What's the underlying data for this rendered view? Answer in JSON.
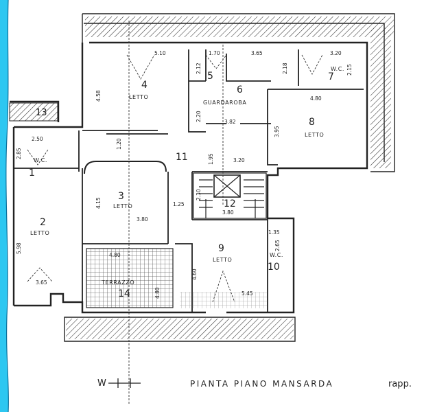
{
  "plan_title": "PIANTA  PIANO MANSARDA",
  "title_suffix": "rapp.",
  "compass": "W",
  "rooms": [
    {
      "number": "1",
      "label": "W.C."
    },
    {
      "number": "2",
      "label": "LETTO"
    },
    {
      "number": "3",
      "label": "LETTO"
    },
    {
      "number": "4",
      "label": "LETTO"
    },
    {
      "number": "5",
      "label": ""
    },
    {
      "number": "6",
      "label": "GUARDAROBA"
    },
    {
      "number": "7",
      "label": "W.C."
    },
    {
      "number": "8",
      "label": "LETTO"
    },
    {
      "number": "9",
      "label": "LETTO"
    },
    {
      "number": "10",
      "label": "W.C."
    },
    {
      "number": "11",
      "label": ""
    },
    {
      "number": "12",
      "label": ""
    },
    {
      "number": "13",
      "label": ""
    },
    {
      "number": "14",
      "label": "TERRAZZO"
    }
  ],
  "dimensions": [
    "5.10",
    "1.70",
    "3.65",
    "3.20",
    "2.12",
    "2.18",
    "2.15",
    "4.58",
    "4.80",
    "3.82",
    "2.20",
    "3.95",
    "2.50",
    "2.85",
    "1.20",
    "1.95",
    "3.20",
    "2.30",
    "3.80",
    "4.15",
    "1.25",
    "3.80",
    "5.98",
    "4.80",
    "1.35",
    "4.60",
    "2.65",
    "3.65",
    "5.45",
    "4.80"
  ],
  "colors": {
    "line": "#222222",
    "hatch": "#555555",
    "edge_highlight": "#22c4f0"
  }
}
